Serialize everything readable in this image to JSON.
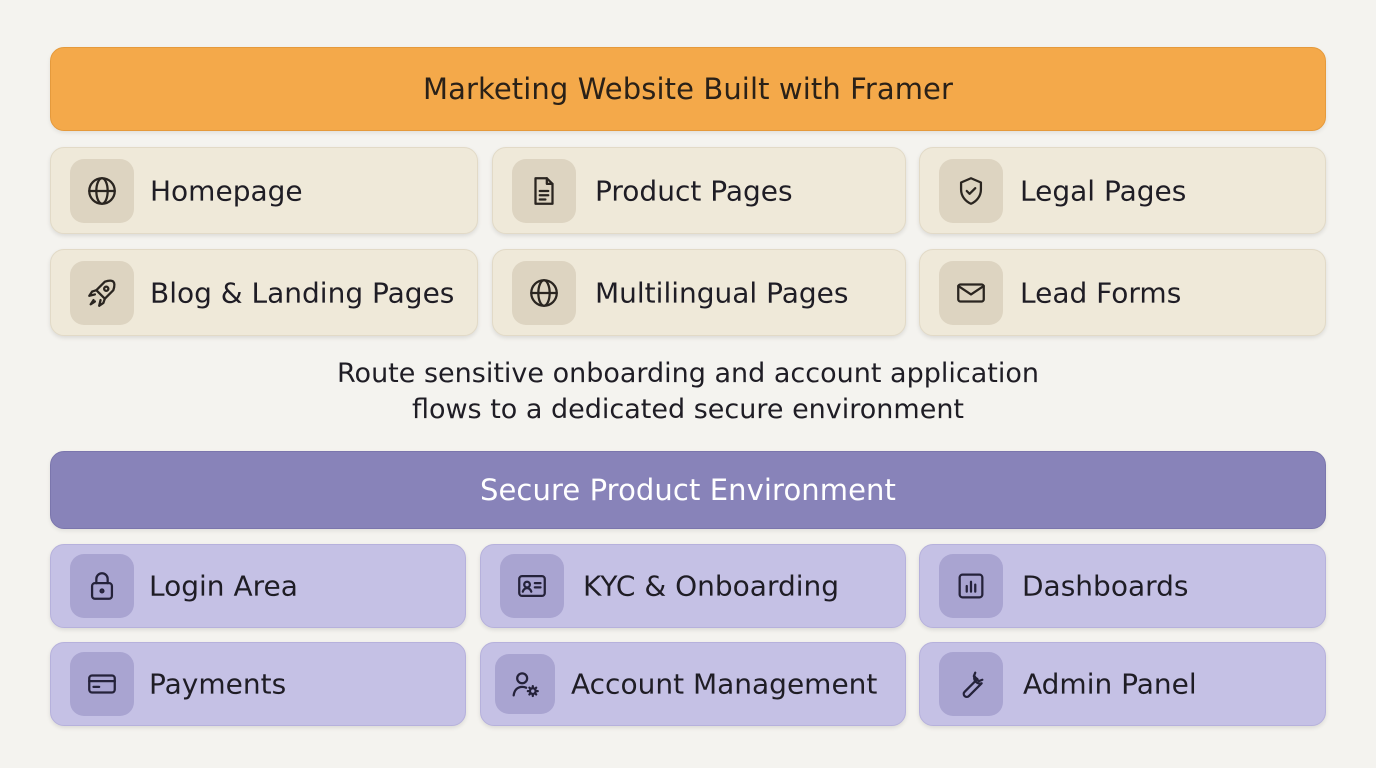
{
  "top_banner": {
    "title": "Marketing Website Built with Framer"
  },
  "marketing_items": [
    {
      "label": "Homepage",
      "icon": "globe-icon"
    },
    {
      "label": "Product Pages",
      "icon": "document-icon"
    },
    {
      "label": "Legal Pages",
      "icon": "shield-check-icon"
    },
    {
      "label": "Blog & Landing Pages",
      "icon": "rocket-icon"
    },
    {
      "label": "Multilingual Pages",
      "icon": "globe-icon"
    },
    {
      "label": "Lead Forms",
      "icon": "mail-icon"
    }
  ],
  "caption": {
    "line1": "Route sensitive onboarding and account application",
    "line2": "flows to a dedicated secure environment"
  },
  "bottom_banner": {
    "title": "Secure Product Environment"
  },
  "secure_items": [
    {
      "label": "Login Area",
      "icon": "lock-icon"
    },
    {
      "label": "KYC & Onboarding",
      "icon": "id-card-icon"
    },
    {
      "label": "Dashboards",
      "icon": "bar-chart-icon"
    },
    {
      "label": "Payments",
      "icon": "credit-card-icon"
    },
    {
      "label": "Account Management",
      "icon": "user-gear-icon"
    },
    {
      "label": "Admin Panel",
      "icon": "wrench-icon"
    }
  ],
  "colors": {
    "marketing_banner": "#f4a94a",
    "marketing_card": "#efe9d9",
    "secure_banner": "#8883b9",
    "secure_card": "#c5c1e5"
  }
}
